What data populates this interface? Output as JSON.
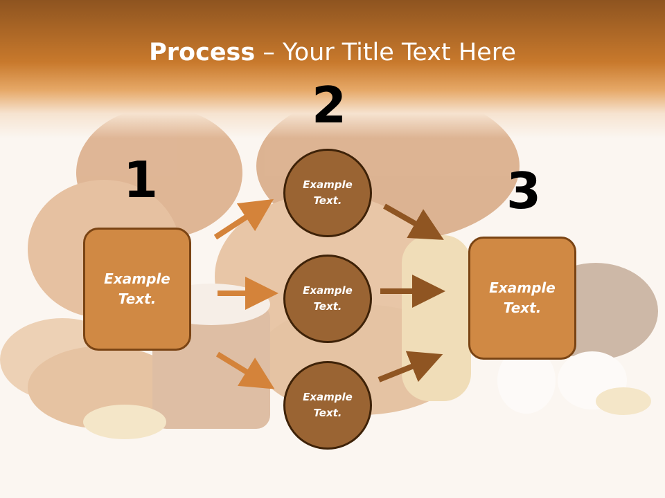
{
  "title": {
    "bold": "Process",
    "rest": " – Your Title Text Here"
  },
  "steps": [
    {
      "number": "1",
      "text_line1": "Example",
      "text_line2": "Text."
    },
    {
      "number": "2",
      "text_line1": "Example",
      "text_line2": "Text."
    },
    {
      "number": "3",
      "text_line1": "Example",
      "text_line2": "Text."
    }
  ],
  "circles": [
    {
      "text_line1": "Example",
      "text_line2": "Text."
    },
    {
      "text_line1": "Example",
      "text_line2": "Text."
    },
    {
      "text_line1": "Example",
      "text_line2": "Text."
    }
  ],
  "colors": {
    "header": "#c8792c",
    "box_fill": "#d08944",
    "box_border": "#7a4414",
    "circle_fill": "#9a6433",
    "circle_border": "#3e2208",
    "arrow_left": "#d4833a",
    "arrow_right": "#8f5522"
  },
  "background_image": "bakery-bread-icon"
}
